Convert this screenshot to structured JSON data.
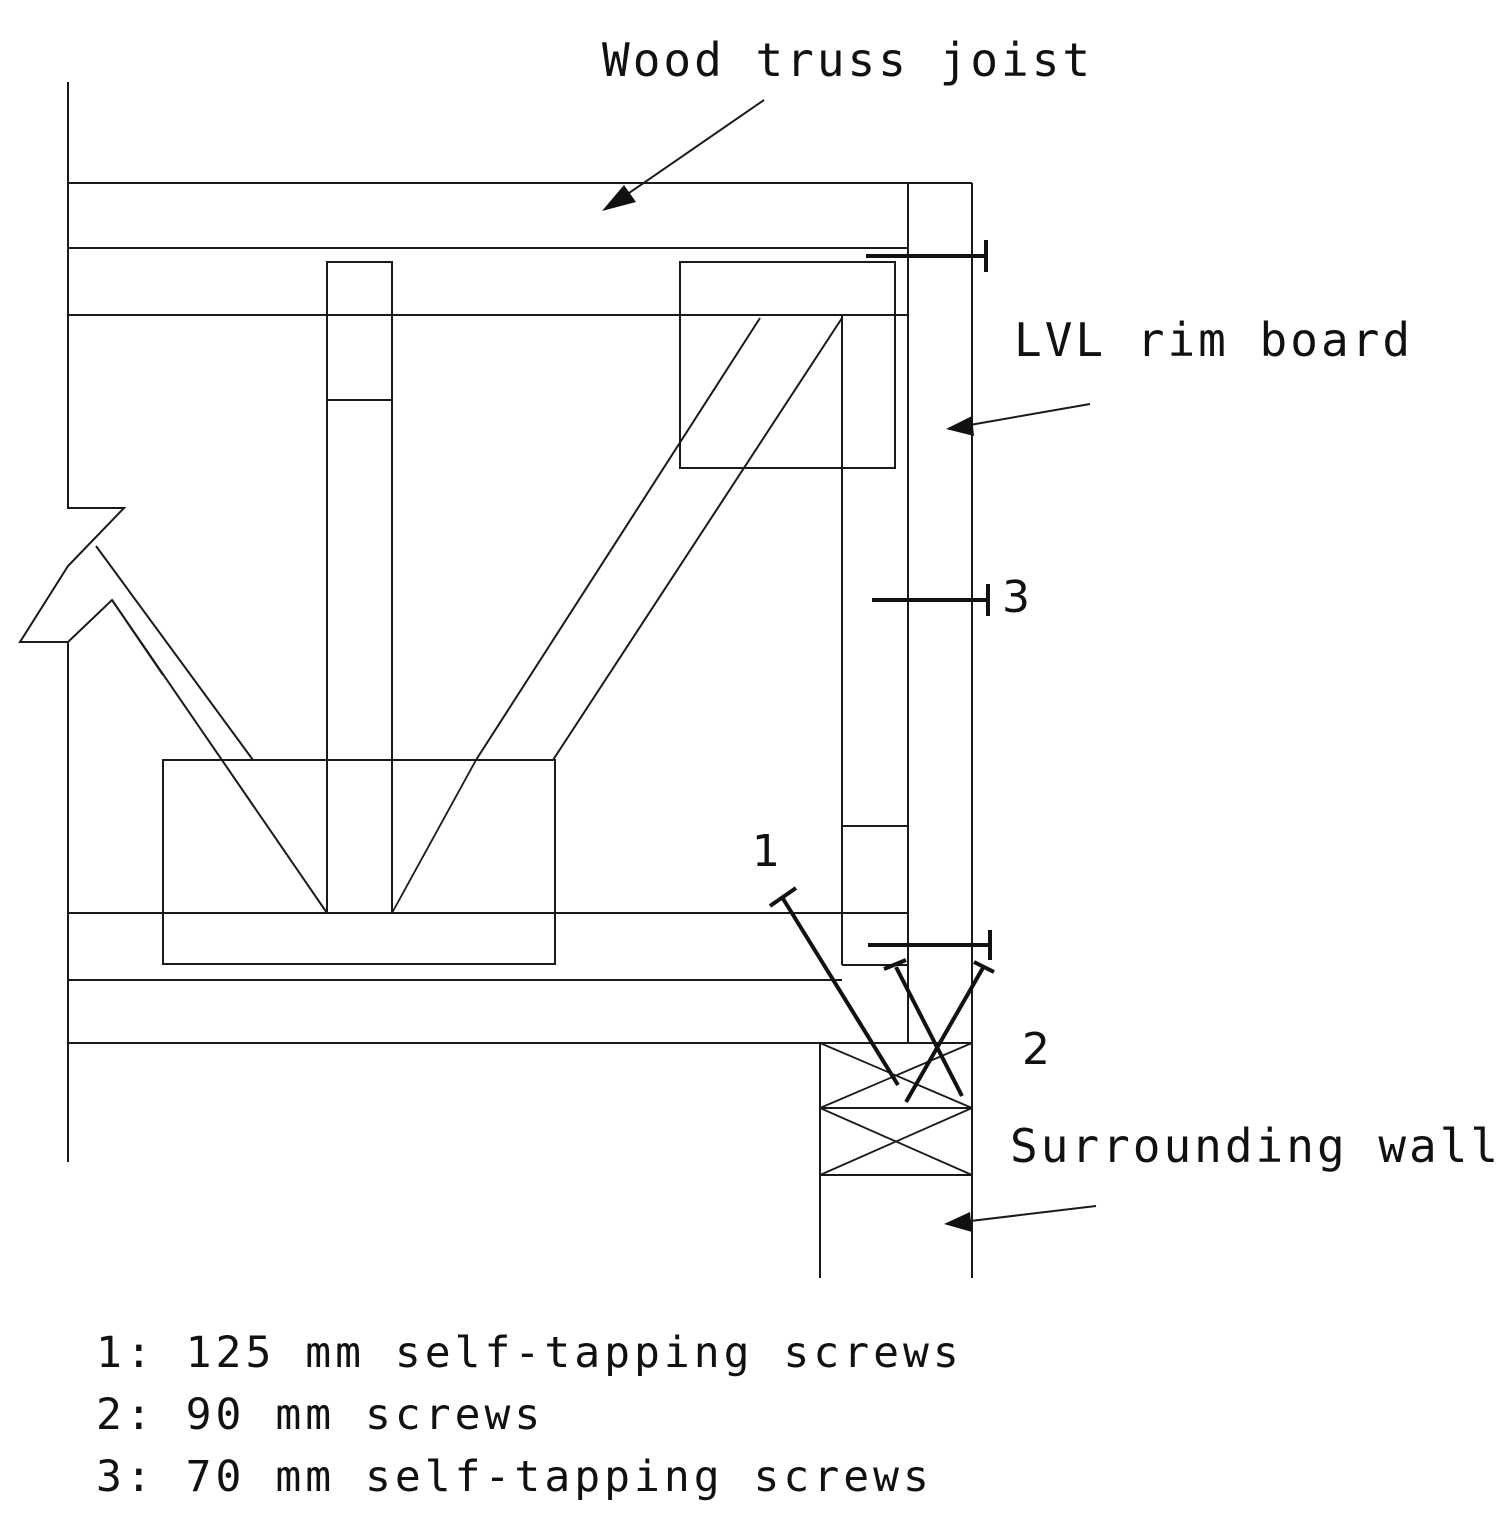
{
  "labels": {
    "truss": "Wood truss joist",
    "rim": "LVL rim board",
    "wall": "Surrounding wall"
  },
  "screw_numbers": {
    "one": "1",
    "two": "2",
    "three": "3"
  },
  "legend": [
    "1: 125 mm self-tapping screws",
    "2: 90 mm screws",
    "3: 70 mm self-tapping screws"
  ]
}
